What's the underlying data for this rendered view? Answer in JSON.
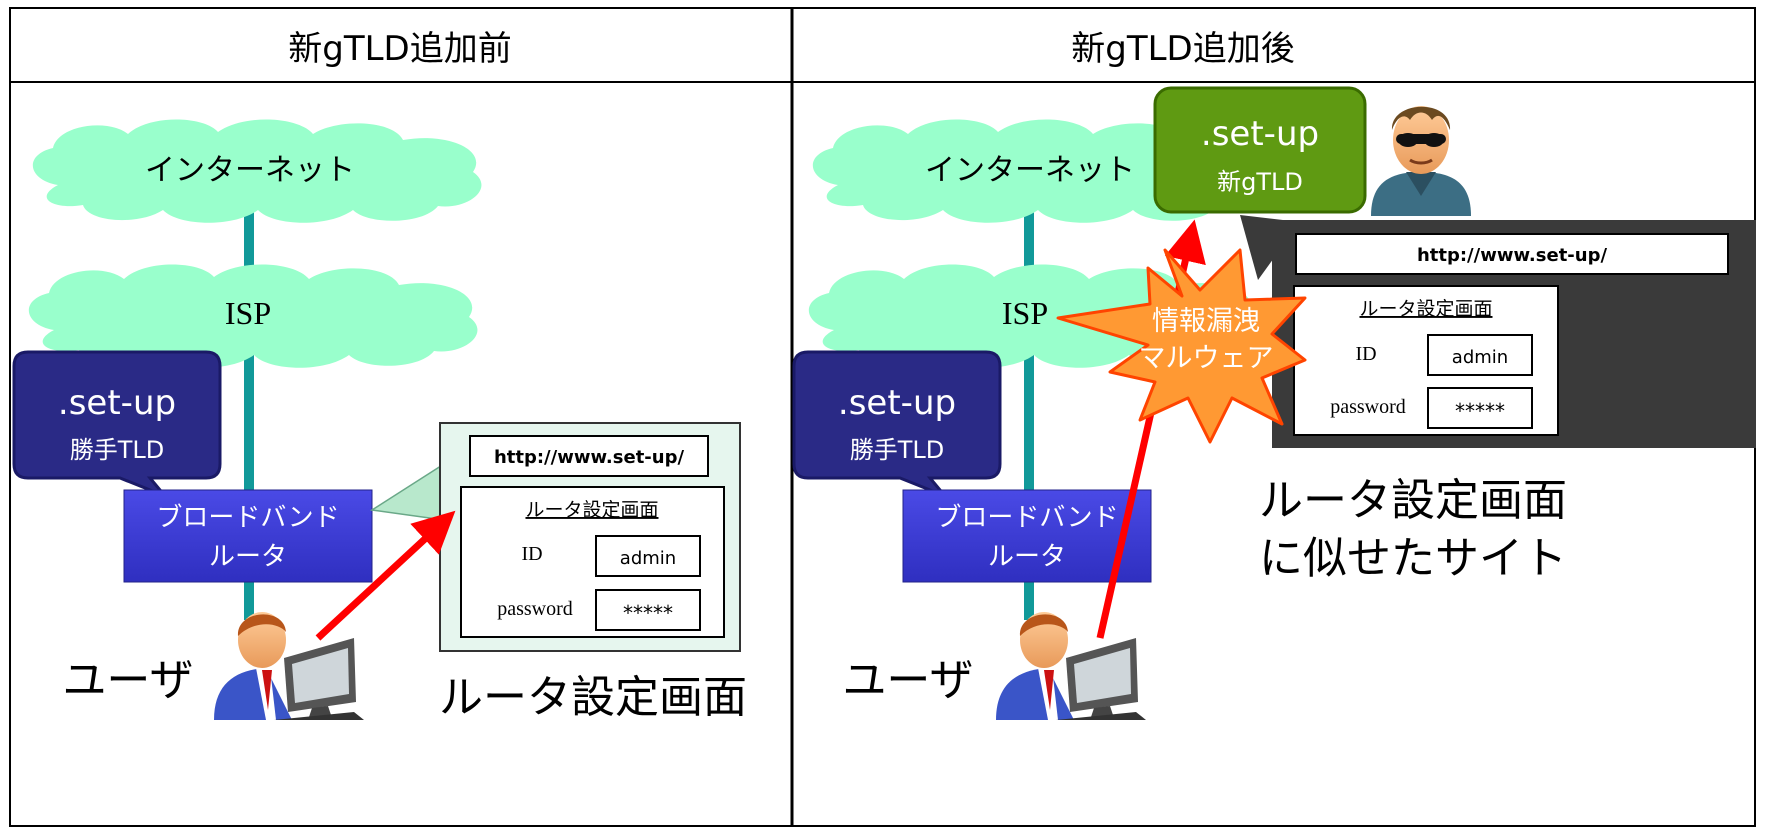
{
  "left_panel": {
    "header": "新gTLD追加前",
    "internet_label": "インターネット",
    "isp_label": "ISP",
    "callout": {
      "domain": ".set-up",
      "desc": "勝手TLD"
    },
    "router_label_1": "ブロードバンド",
    "router_label_2": "ルータ",
    "user_label": "ユーザ",
    "screen": {
      "url": "http://www.set-up/",
      "title": "ルータ設定画面",
      "id_label": "ID",
      "id_value": "admin",
      "password_label": "password",
      "password_value": "*****"
    },
    "caption": "ルータ設定画面"
  },
  "right_panel": {
    "header": "新gTLD追加後",
    "internet_label": "インターネット",
    "isp_label": "ISP",
    "callout": {
      "domain": ".set-up",
      "desc": "勝手TLD"
    },
    "router_label_1": "ブロードバンド",
    "router_label_2": "ルータ",
    "user_label": "ユーザ",
    "newgtld_box": {
      "domain": ".set-up",
      "desc": "新gTLD"
    },
    "malware_burst_1": "情報漏洩",
    "malware_burst_2": "マルウェア",
    "fake_screen": {
      "url": "http://www.set-up/",
      "title": "ルータ設定画面",
      "id_label": "ID",
      "id_value": "admin",
      "password_label": "password",
      "password_value": "*****"
    },
    "caption_1": "ルータ設定画面",
    "caption_2": "に似せたサイト"
  },
  "colors": {
    "cloud": "#99ffcc",
    "pipe": "#119999",
    "callout_fill": "#2a2a86",
    "router_fill": "#3d3dd8",
    "arrow": "#ff0000",
    "newgtld_fill": "#5f9a12",
    "burst_fill": "#ff9933",
    "fake_frame": "#3a3a3a",
    "screen_frame_fill": "#e6f6ee"
  }
}
